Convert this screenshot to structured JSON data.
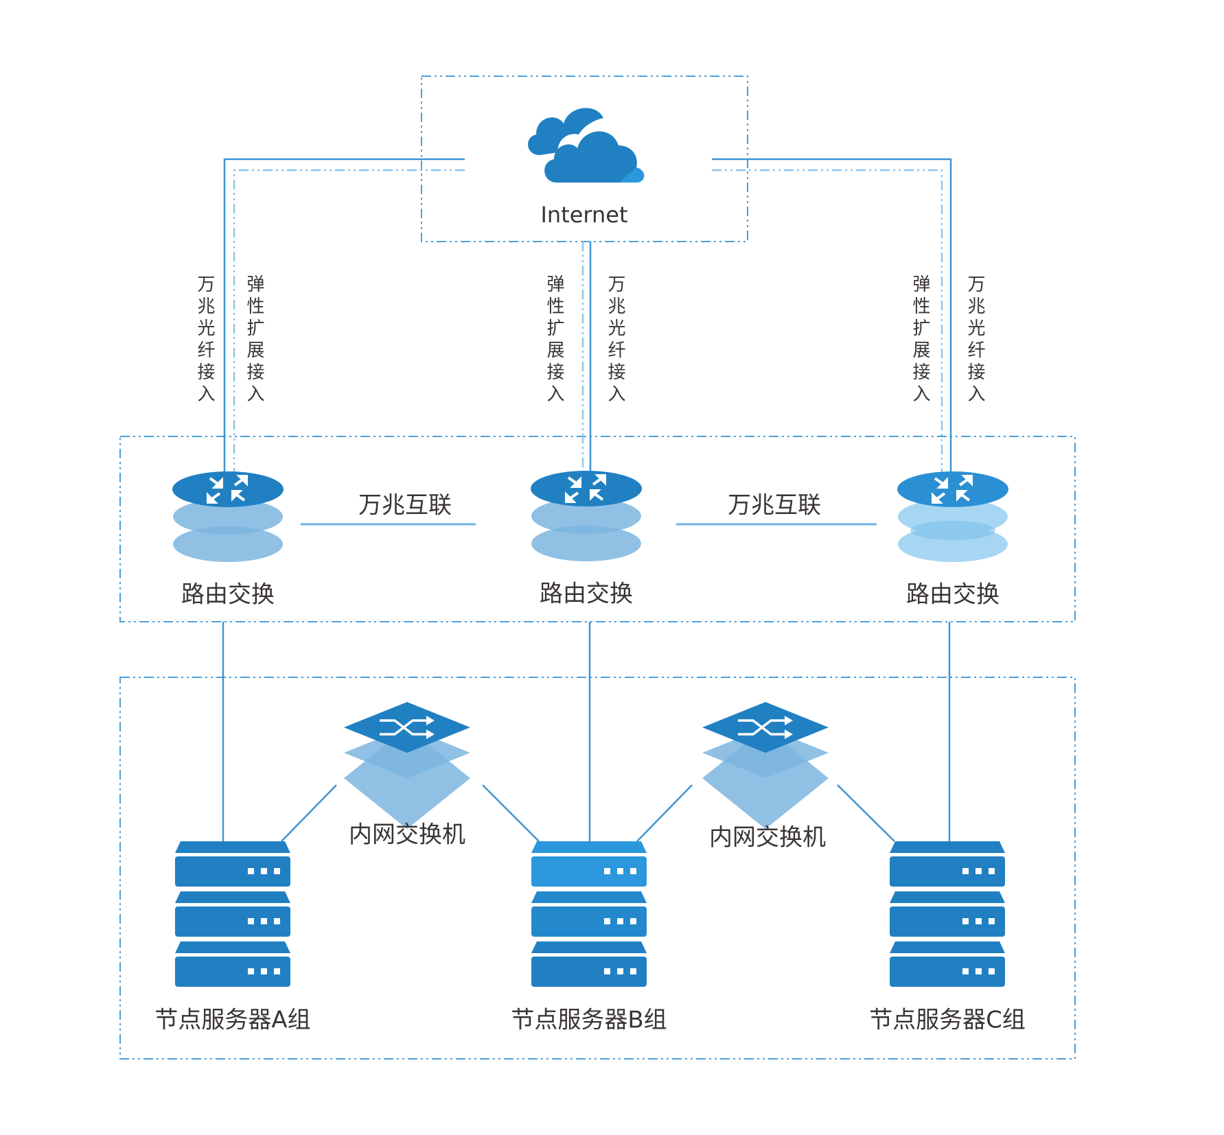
{
  "colors": {
    "primary_blue": "#2180c2",
    "bright_blue": "#2b97dc",
    "layer_blue": "#7cb5df",
    "layer_light": "#a7d6f3",
    "line_blue": "#3d94d3",
    "dash_blue": "#5aa8df",
    "text": "#3a3434"
  },
  "internet": {
    "label": "Internet",
    "icon": "cloud-icon"
  },
  "uplinks": [
    {
      "side": "left",
      "fiber_label": "万兆光纤接入",
      "elastic_label": "弹性扩展接入"
    },
    {
      "side": "center",
      "fiber_label": "万兆光纤接入",
      "elastic_label": "弹性扩展接入"
    },
    {
      "side": "right",
      "fiber_label": "万兆光纤接入",
      "elastic_label": "弹性扩展接入"
    }
  ],
  "routers": [
    {
      "label": "路由交换",
      "icon": "router-icon"
    },
    {
      "label": "路由交换",
      "icon": "router-icon"
    },
    {
      "label": "路由交换",
      "icon": "router-icon"
    }
  ],
  "interconnects": [
    {
      "label": "万兆互联"
    },
    {
      "label": "万兆互联"
    }
  ],
  "switches": [
    {
      "label": "内网交换机",
      "icon": "switch-icon"
    },
    {
      "label": "内网交换机",
      "icon": "switch-icon"
    }
  ],
  "server_groups": [
    {
      "label": "节点服务器A组",
      "icon": "server-stack-icon"
    },
    {
      "label": "节点服务器B组",
      "icon": "server-stack-icon"
    },
    {
      "label": "节点服务器C组",
      "icon": "server-stack-icon"
    }
  ]
}
